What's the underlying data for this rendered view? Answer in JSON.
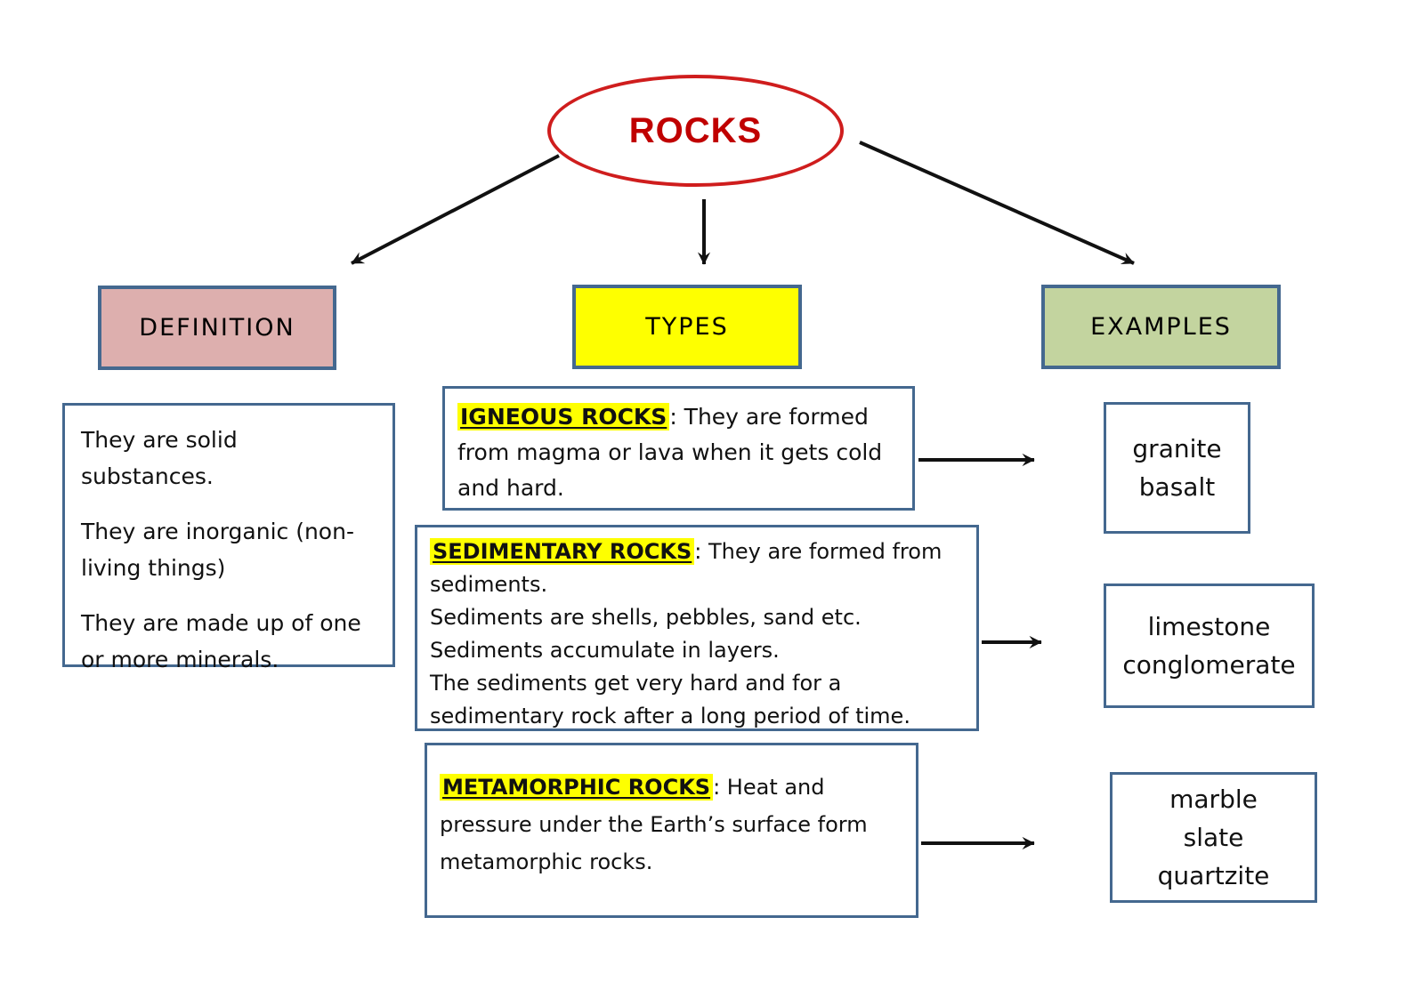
{
  "root": {
    "title": "ROCKS"
  },
  "headers": [
    {
      "id": "definition",
      "label": "DEFINITION",
      "bg": "#ddafae"
    },
    {
      "id": "types",
      "label": "TYPES",
      "bg": "#feff00"
    },
    {
      "id": "examples",
      "label": "EXAMPLES",
      "bg": "#c3d49f"
    }
  ],
  "definition": {
    "paragraphs": [
      "They are solid substances.",
      "They are inorganic (non-living things)",
      "They are made up of one or more minerals."
    ]
  },
  "types": [
    {
      "heading": "IGNEOUS ROCKS",
      "body": ": They are formed from magma or lava when it gets cold and hard."
    },
    {
      "heading": "SEDIMENTARY ROCKS",
      "body": ": They are formed from sediments.\nSediments are shells, pebbles, sand etc.\nSediments accumulate in layers.\nThe sediments get very hard and for a sedimentary rock after a long period of time."
    },
    {
      "heading": "METAMORPHIC ROCKS",
      "body": ": Heat and pressure under the Earth’s surface form metamorphic rocks."
    }
  ],
  "examples": [
    {
      "lines": [
        "granite",
        "basalt"
      ]
    },
    {
      "lines": [
        "limestone",
        "conglomerate"
      ]
    },
    {
      "lines": [
        "marble",
        "slate",
        "quartzite"
      ]
    }
  ],
  "colors": {
    "ellipse_border": "#cf1d1d",
    "title_text": "#c00000",
    "box_border": "#44688f",
    "definition_bg": "#ddafae",
    "types_bg": "#feff00",
    "examples_bg": "#c3d49f",
    "highlight": "#feff00",
    "arrow": "#111111"
  }
}
